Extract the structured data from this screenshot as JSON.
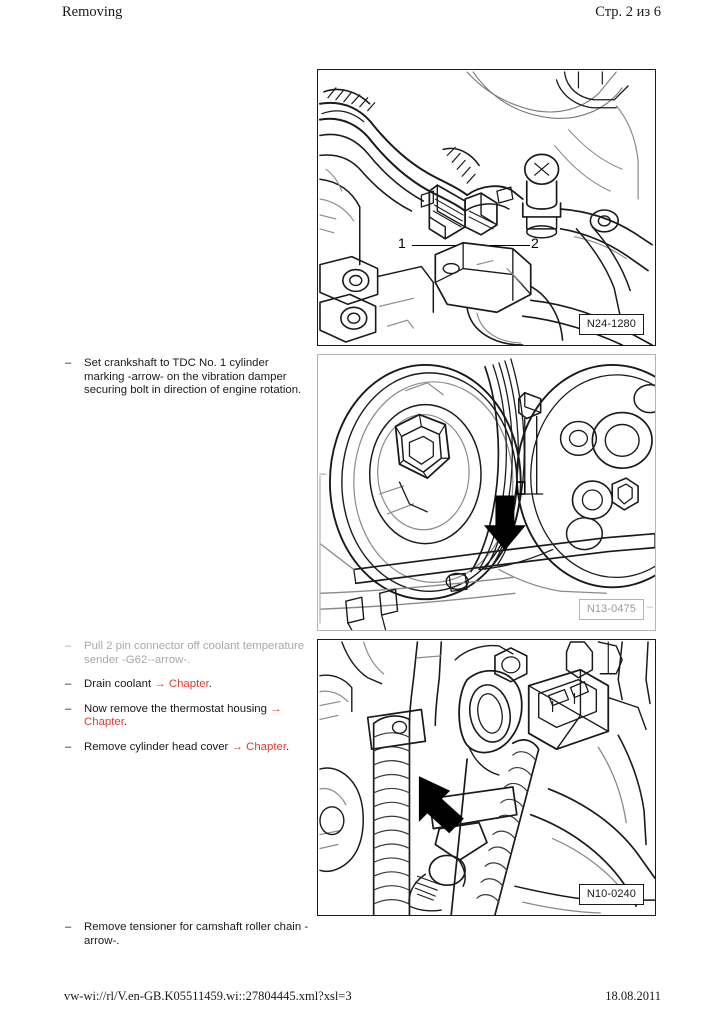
{
  "header": {
    "title": "Removing",
    "page_indicator": "Стр. 2 из 6"
  },
  "footer": {
    "source_ref": "vw-wi://rl/V.en-GB.K05511459.wi::27804445.xml?xsl=3",
    "date": "18.08.2011"
  },
  "colors": {
    "link_red": "#e03a32",
    "muted_gray": "#a8a8a8",
    "ink": "#1a1a1a"
  },
  "figures": [
    {
      "code": "N24-1280",
      "caption_alt": "Engine bay view with coolant hoses, connectors and brackets",
      "muted": false,
      "callouts": [
        {
          "label": "1"
        },
        {
          "label": "2"
        }
      ]
    },
    {
      "code": "N13-0475",
      "caption_alt": "Vibration damper and pulley with TDC marking arrow",
      "muted": true,
      "callouts": []
    },
    {
      "code": "N10-0240",
      "caption_alt": "Camshaft roller chain tensioner location arrow",
      "muted": false,
      "callouts": []
    }
  ],
  "text_blocks": [
    {
      "id": "block-tdc",
      "items": [
        {
          "dash": "–",
          "muted": false,
          "parts": [
            {
              "text": "Set crankshaft to TDC No. 1 cylinder marking -arrow- on the vibration damper securing bolt in direction of engine rotation.",
              "style": "normal"
            }
          ]
        }
      ]
    },
    {
      "id": "block-coolant",
      "items": [
        {
          "dash": "–",
          "muted": true,
          "parts": [
            {
              "text": "Pull 2 pin connector off coolant temperature sender -G62--arrow-.",
              "style": "normal"
            }
          ]
        },
        {
          "dash": "–",
          "muted": false,
          "parts": [
            {
              "text": "Drain coolant ",
              "style": "normal"
            },
            {
              "text": "→ Chapter",
              "style": "link"
            },
            {
              "text": ".",
              "style": "normal"
            }
          ]
        },
        {
          "dash": "–",
          "muted": false,
          "parts": [
            {
              "text": "Now remove the thermostat housing ",
              "style": "normal"
            },
            {
              "text": "→ Chapter",
              "style": "link"
            },
            {
              "text": ".",
              "style": "normal"
            }
          ]
        },
        {
          "dash": "–",
          "muted": false,
          "parts": [
            {
              "text": "Remove cylinder head cover ",
              "style": "normal"
            },
            {
              "text": "→ Chapter",
              "style": "link"
            },
            {
              "text": ".",
              "style": "normal"
            }
          ]
        }
      ]
    },
    {
      "id": "block-tensioner",
      "items": [
        {
          "dash": "–",
          "muted": false,
          "parts": [
            {
              "text": "Remove tensioner for camshaft roller chain -arrow-.",
              "style": "normal"
            }
          ]
        }
      ]
    }
  ]
}
